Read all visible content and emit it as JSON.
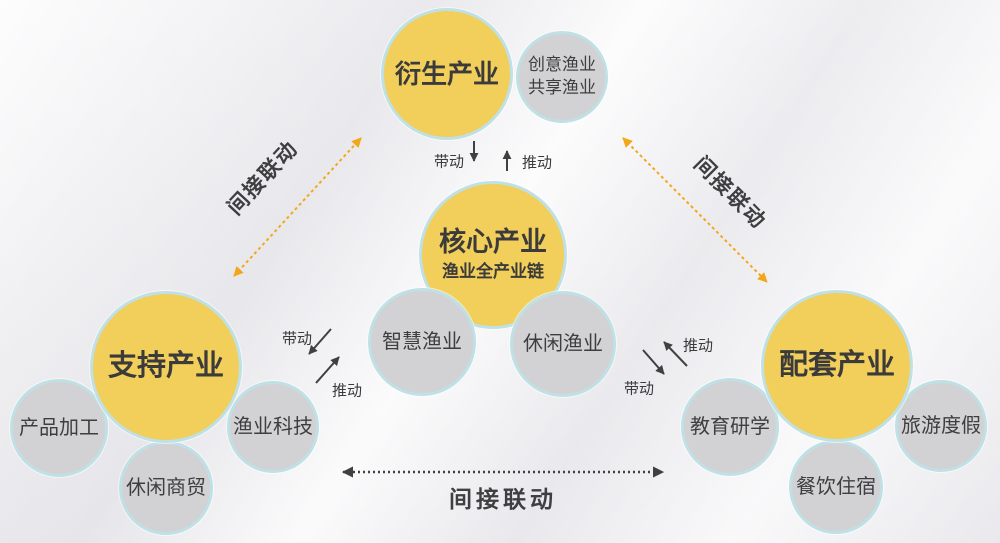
{
  "nodes": {
    "derived": {
      "label": "衍生产业"
    },
    "creative_sharing": {
      "line1": "创意渔业",
      "line2": "共享渔业"
    },
    "core": {
      "label": "核心产业",
      "sublabel": "渔业全产业链"
    },
    "smart_fishery": {
      "label": "智慧渔业"
    },
    "leisure_fishery": {
      "label": "休闲渔业"
    },
    "support": {
      "label": "支持产业"
    },
    "product_processing": {
      "label": "产品加工"
    },
    "leisure_commerce": {
      "label": "休闲商贸"
    },
    "fishery_tech": {
      "label": "渔业科技"
    },
    "auxiliary": {
      "label": "配套产业"
    },
    "education_study": {
      "label": "教育研学"
    },
    "tourism_vacation": {
      "label": "旅游度假"
    },
    "catering_lodging": {
      "label": "餐饮住宿"
    }
  },
  "relations": {
    "drive": "带动",
    "push": "推动",
    "indirect_linkage": "间接联动"
  },
  "colors": {
    "hub_yellow": "#F2CE5A",
    "satellite_gray": "#D2D2D4",
    "ring_teal": "#BFE0E5",
    "arrow_orange": "#F2A71B",
    "arrow_dark": "#404042",
    "text_dark": "#3B3B3D"
  }
}
